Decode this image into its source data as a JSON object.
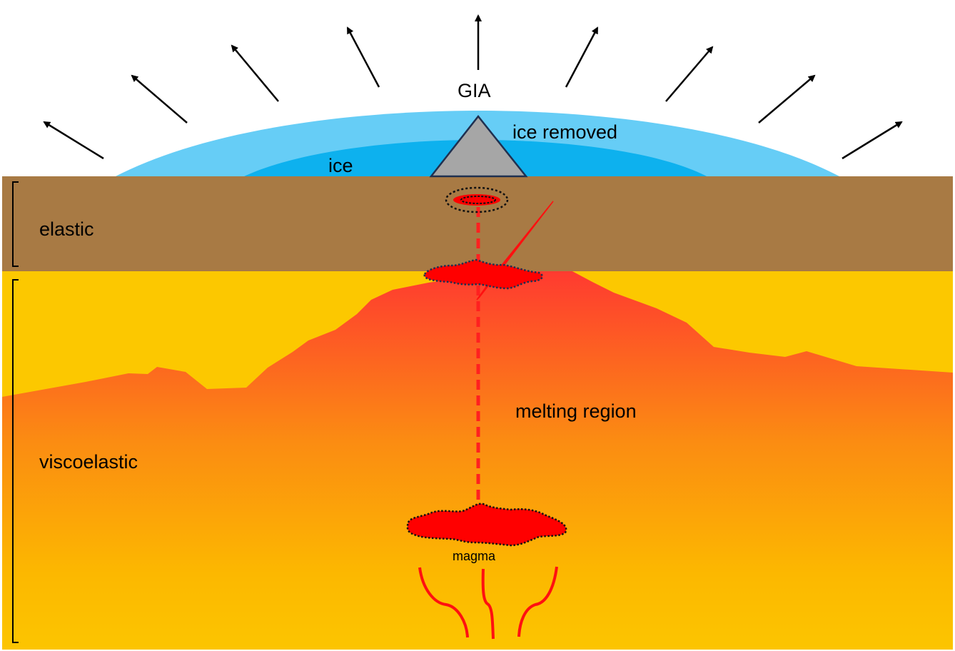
{
  "labels": {
    "gia": "GIA",
    "ice_removed": "ice removed",
    "ice": "ice",
    "elastic": "elastic",
    "viscoelastic": "viscoelastic",
    "melting_region": "melting region",
    "magma": "magma"
  },
  "colors": {
    "ice_removed": "#66CDF6",
    "ice": "#0DB1EE",
    "elastic_layer": "#A87A44",
    "viscoelastic_layer": "#FCC800",
    "melting_top": "#FF3A30",
    "melting_mid": "#FB8C12",
    "magma": "#FF0000",
    "volcano": "#A6A6A6"
  }
}
